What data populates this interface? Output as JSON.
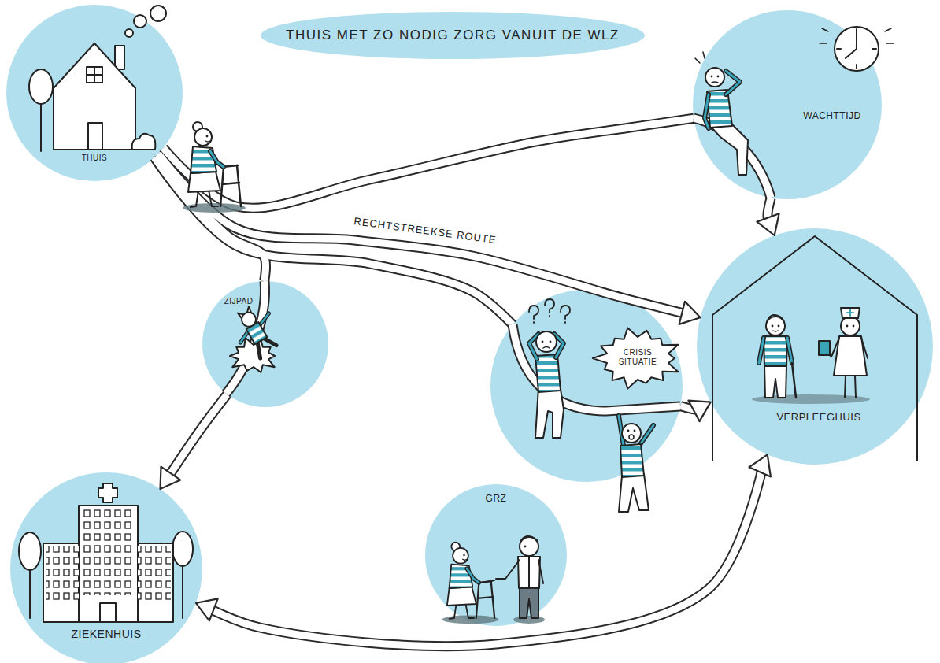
{
  "diagram": {
    "title": "THUIS MET ZO NODIG ZORG VANUIT DE WLZ",
    "nodes": [
      {
        "text": [
          "THUIS"
        ]
      },
      {
        "text": [
          "WACHTTIJD"
        ]
      },
      {
        "text": [
          "ZIJPAD"
        ]
      },
      {
        "text": [
          "CRISIS SITUATIE"
        ]
      },
      {
        "text": [
          "VERPLEEGHUIS"
        ]
      },
      {
        "text": [
          "GRZ"
        ]
      },
      {
        "text": [
          "ZIEKENHUIS"
        ]
      }
    ],
    "edges": [
      {
        "from": 0,
        "to": 1,
        "arrow": "none"
      },
      {
        "from": 1,
        "to": 4,
        "arrow": "to"
      },
      {
        "from": 0,
        "to": 4,
        "label": "RECHTSTREEKSE ROUTE",
        "arrow": "to"
      },
      {
        "from": 0,
        "to": 2,
        "arrow": "none"
      },
      {
        "from": 2,
        "to": 6,
        "arrow": "to"
      },
      {
        "from": 0,
        "to": 3,
        "arrow": "none"
      },
      {
        "from": 3,
        "to": 4,
        "arrow": "to"
      },
      {
        "from": 6,
        "to": 4,
        "arrow": "both"
      }
    ]
  }
}
